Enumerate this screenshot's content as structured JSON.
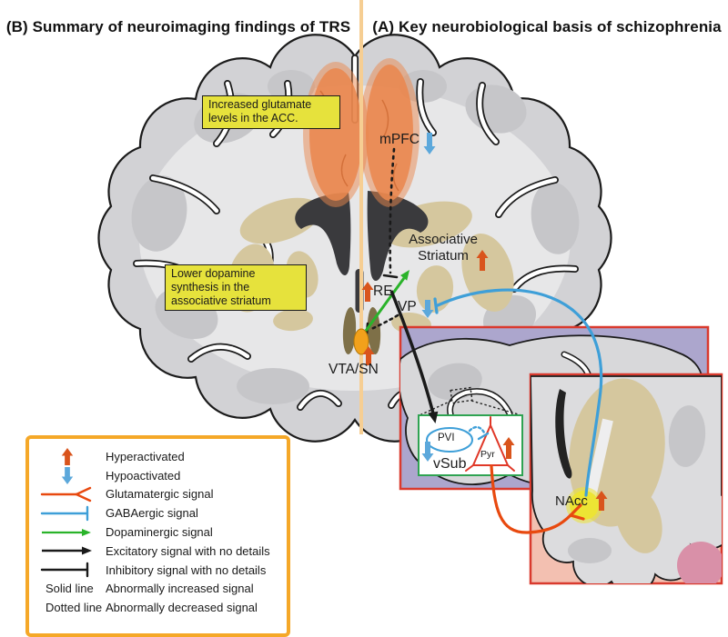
{
  "titles": {
    "left": "(B) Summary of neuroimaging findings of TRS",
    "right": "(A) Key neurobiological basis of schizophrenia"
  },
  "callouts": {
    "acc": "Increased glutamate levels in the ACC.",
    "striatum": "Lower dopamine synthesis in the associative striatum"
  },
  "regions": {
    "mpfc": "mPFC",
    "associative_striatum": "Associative Striatum",
    "re": "RE",
    "vp": "VP",
    "vta_sn": "VTA/SN",
    "vsub": "vSub",
    "pvi": "PVI",
    "pyr": "Pyr",
    "nacc": "NAcc"
  },
  "legend": {
    "items": [
      {
        "symbol": "up-arrow",
        "label": "Hyperactivated"
      },
      {
        "symbol": "down-arrow",
        "label": "Hypoactivated"
      },
      {
        "symbol": "glutamatergic-fork-line",
        "label": "Glutamatergic signal"
      },
      {
        "symbol": "gabaergic-t-line",
        "label": "GABAergic signal"
      },
      {
        "symbol": "dopaminergic-arrow-line",
        "label": "Dopaminergic signal"
      },
      {
        "symbol": "excitatory-arrow-line",
        "label": "Excitatory signal with no details"
      },
      {
        "symbol": "inhibitory-t-line",
        "label": "Inhibitory signal with no details"
      },
      {
        "key": "Solid line",
        "label": "Abnormally increased signal"
      },
      {
        "key": "Dotted line",
        "label": "Abnormally decreased signal"
      }
    ]
  },
  "colors": {
    "hyperactivated": "#D9541C",
    "hypoactivated": "#5CA8DB",
    "glutamatergic": "#E8490F",
    "gabaergic": "#3E9FD8",
    "dopaminergic": "#2AB32A",
    "legend_border": "#F5A828",
    "callout_bg": "#E6E23C",
    "acc_highlight": "#E9874E",
    "striatum": "#D5C79E",
    "nacc_highlight": "#EDE434",
    "vta_sn": "#F2A11B",
    "divider": "#F6CE93",
    "inset_purple": "#ACA6CD",
    "inset_pink": "#F3C0B1",
    "inset_border": "#D93A2E",
    "vsub_border": "#2FA352"
  }
}
